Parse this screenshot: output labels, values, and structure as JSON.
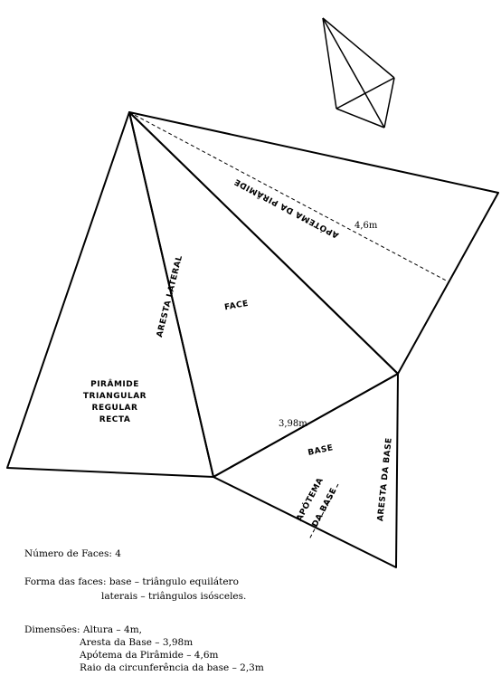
{
  "diagram": {
    "labels": {
      "piramide": [
        "PIRÂMIDE",
        "TRIANGULAR",
        "REGULAR",
        "RECTA"
      ],
      "aresta_lateral": "ARESTA LATERAL",
      "face": "FACE",
      "apotema_piramide": "APÓTEMA DA PIRÂMIDE",
      "apotema_value": "4,6m",
      "base_edge_value": "3,98m",
      "base": "BASE",
      "apotema_base_1": "APÓTEMA",
      "apotema_base_2": "DA BASE",
      "aresta_base": "ARESTA DA BASE"
    }
  },
  "info": {
    "faces": "Número de Faces: 4",
    "forma_line1": "Forma das faces: base – triângulo equilátero",
    "forma_line2": "laterais – triângulos isósceles.",
    "dim_line1": "Dimensões: Altura – 4m,",
    "dim_line2": "Aresta da Base – 3,98m",
    "dim_line3": "Apótema da Pirâmide – 4,6m",
    "dim_line4": "Raio da circunferência da base – 2,3m"
  }
}
